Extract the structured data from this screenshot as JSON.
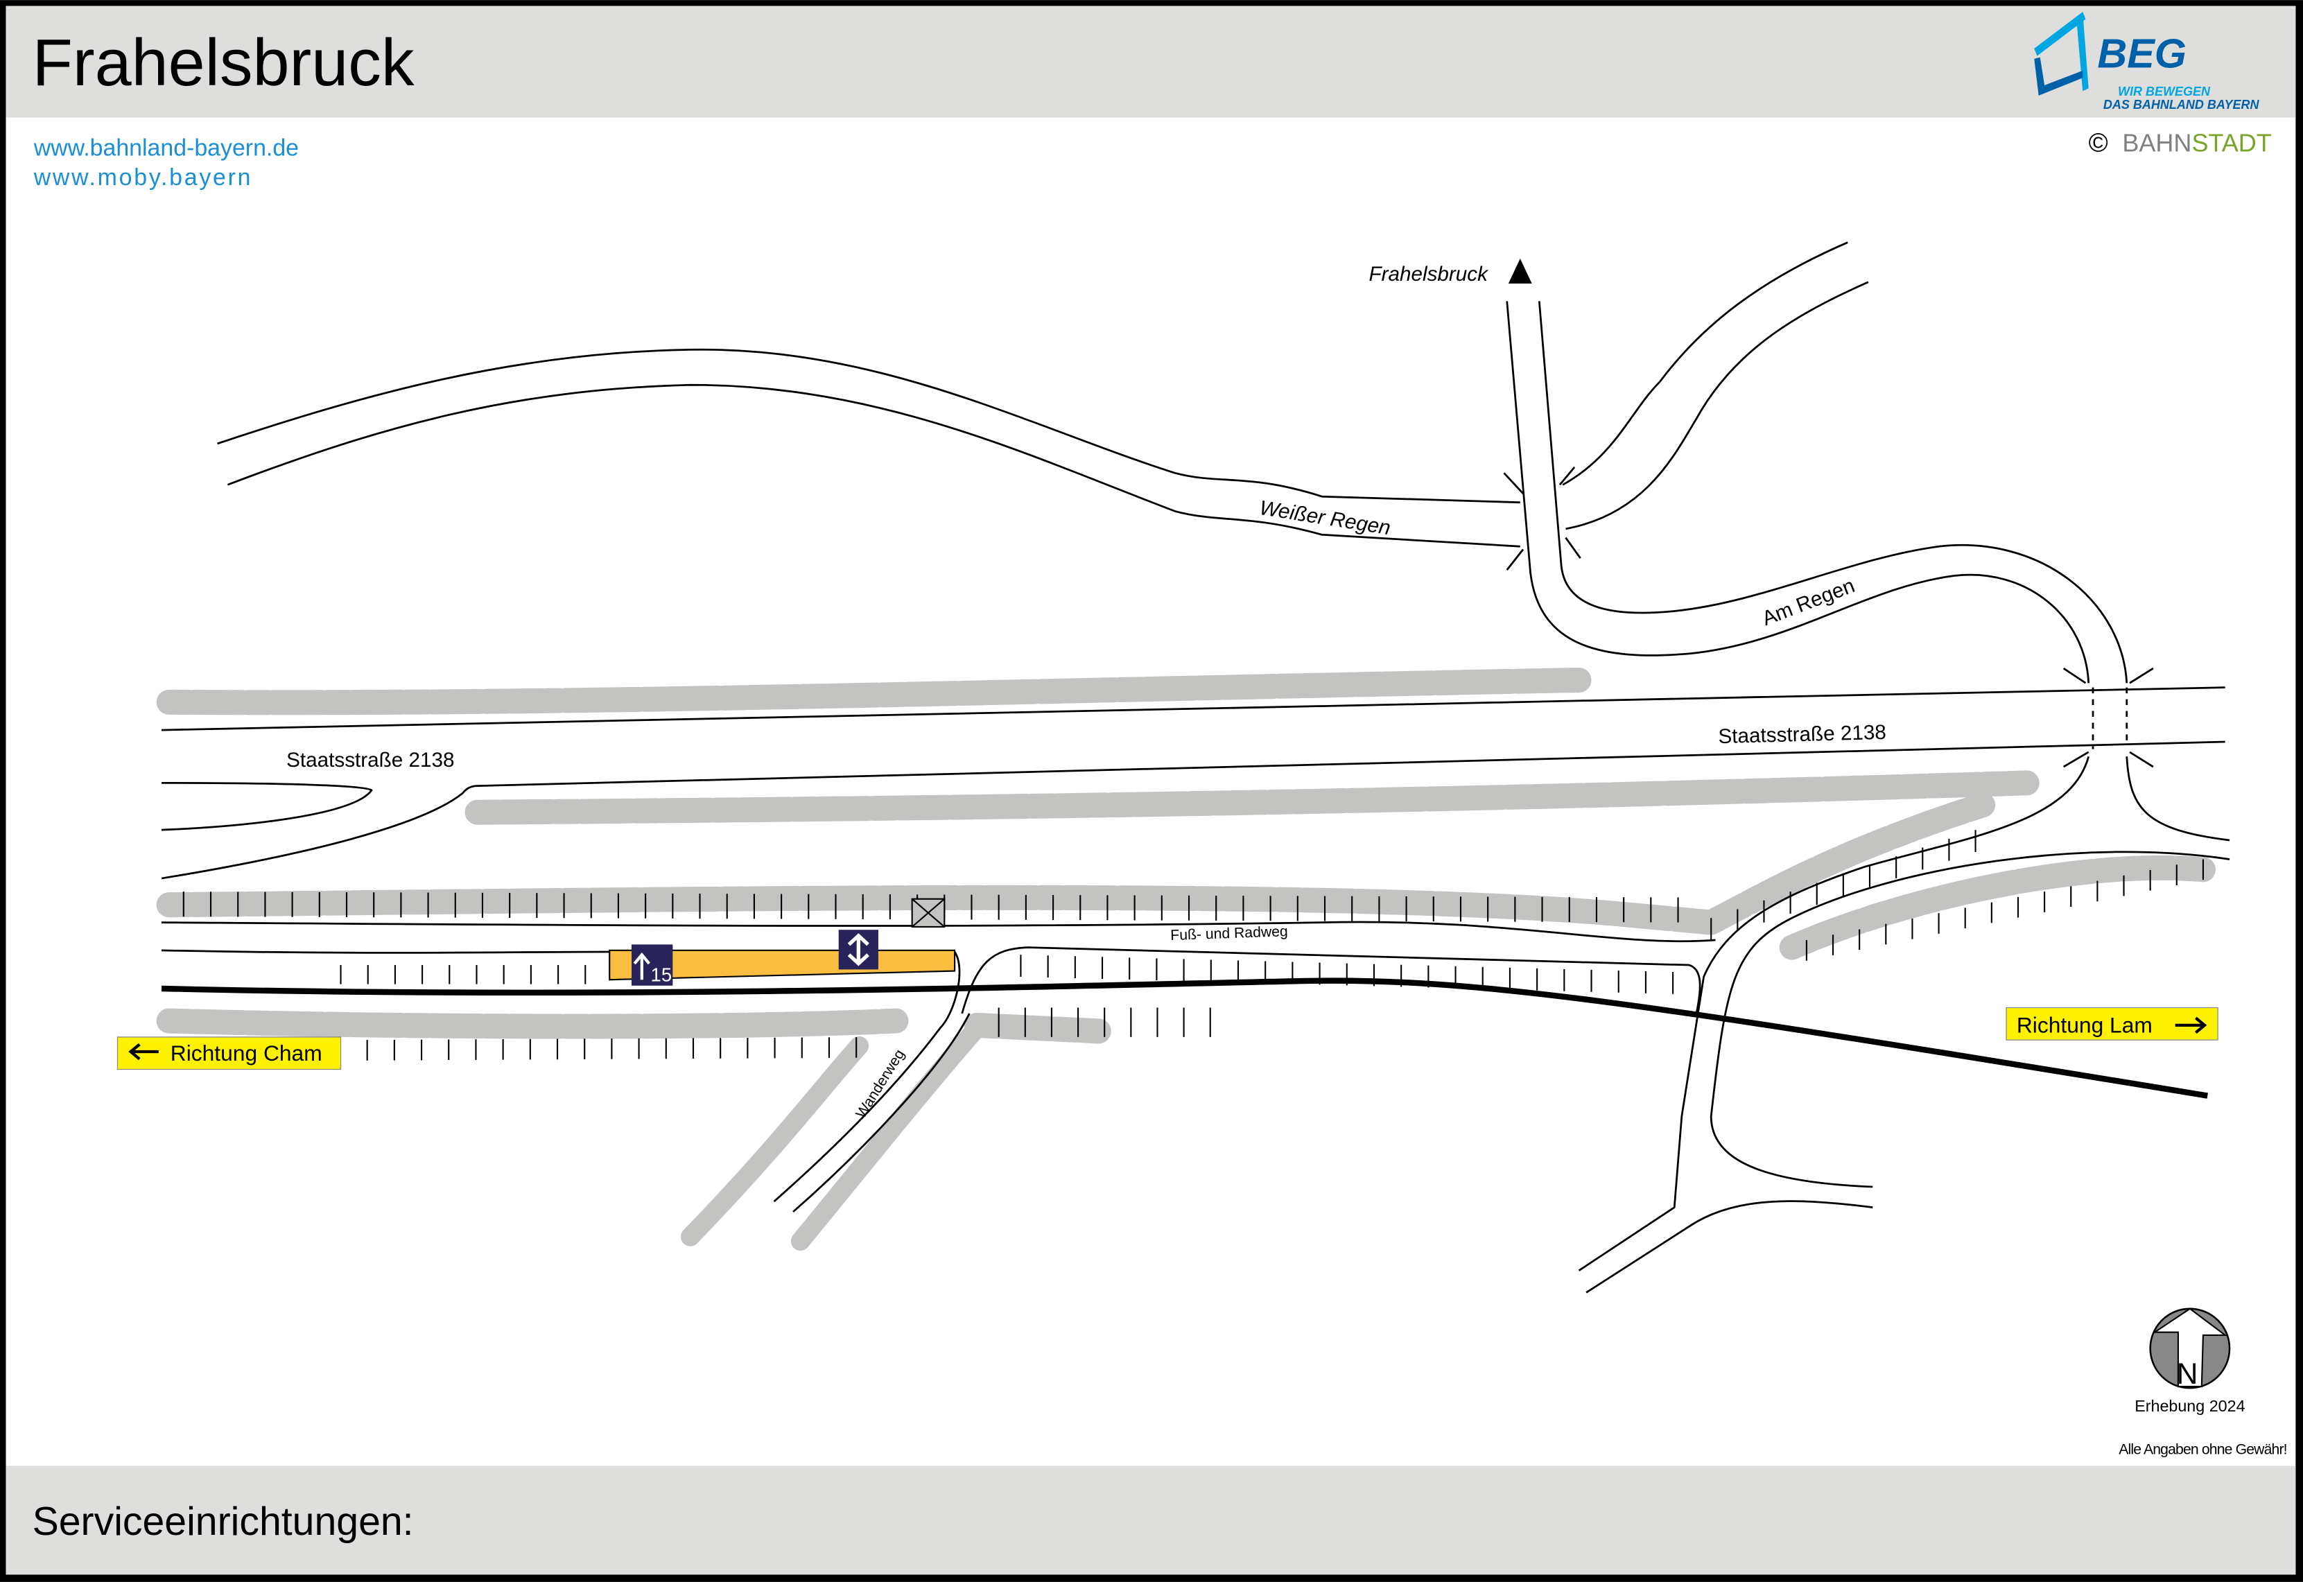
{
  "header": {
    "title": "Frahelsbruck"
  },
  "links": [
    "www.bahnland-bayern.de",
    "www.moby.bayern"
  ],
  "logo": {
    "name": "BEG",
    "tagline1": "WIR BEWEGEN",
    "tagline2": "DAS BAHNLAND BAYERN",
    "copyright_symbol": "©",
    "copyright_part1": "BAHN",
    "copyright_part2": "STADT"
  },
  "map": {
    "labels": {
      "direction_north": "Frahelsbruck",
      "river": "Weißer Regen",
      "street_am_regen": "Am Regen",
      "state_road_left": "Staatsstraße 2138",
      "state_road_right": "Staatsstraße 2138",
      "path_bike": "Fuß- und Radweg",
      "path_hike": "Wanderweg"
    },
    "platform": {
      "number": "15",
      "ramp_icon": "arrow-up-ramp-icon",
      "access_icon": "up-down-arrow-icon"
    },
    "directions": {
      "west": "Richtung Cham",
      "east": "Richtung Lam"
    },
    "compass_letter": "N",
    "survey": "Erhebung 2024",
    "disclaimer": "Alle Angaben ohne Gewähr!"
  },
  "footer": {
    "title": "Serviceeinrichtungen:"
  },
  "colors": {
    "header_bg": "#dededd",
    "link": "#1a8fd6",
    "platform": "#f9bd40",
    "sign_bg": "#28245a",
    "direction_bg": "#fff200",
    "hedge": "#c3c3c1",
    "beg_dark": "#0060a8",
    "beg_light": "#00a6e2",
    "stadt_green": "#7aa32a"
  }
}
